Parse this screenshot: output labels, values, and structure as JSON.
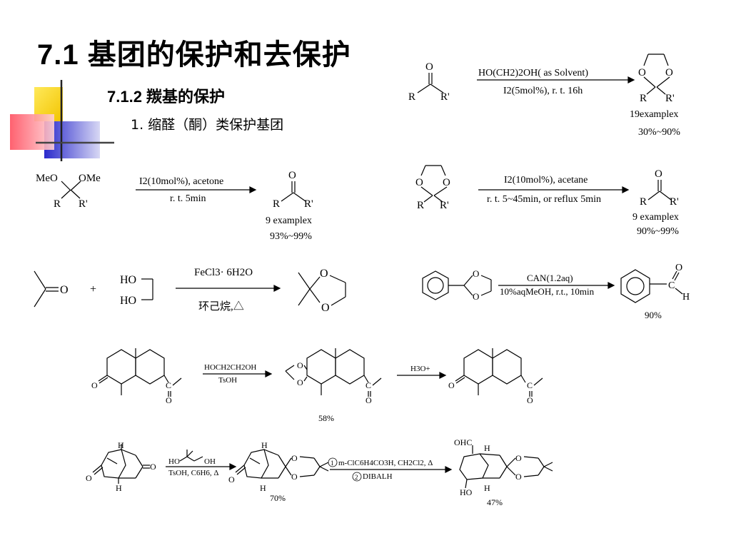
{
  "slide": {
    "title": "7.1  基团的保护和去保护",
    "subtitle": "7.1.2  羰基的保护",
    "section": "1. 缩醛（酮）类保护基团"
  },
  "reactions": {
    "r1": {
      "reagent_top": "HO(CH2)2OH( as Solvent)",
      "reagent_bottom": "I2(5mol%), r. t. 16h",
      "count": "19examplex",
      "yield": "30%~90%"
    },
    "r2": {
      "reagent_top": "I2(10mol%), acetone",
      "reagent_bottom": "r. t. 5min",
      "count": "9 examplex",
      "yield": "93%~99%"
    },
    "r3": {
      "reagent_top": "I2(10mol%), acetane",
      "reagent_bottom": "r. t. 5~45min, or reflux 5min",
      "count": "9 examplex",
      "yield": "90%~99%"
    },
    "r4": {
      "reagent_top": "FeCl3· 6H2O",
      "reagent_bottom": "环己烷,△",
      "plus": "+"
    },
    "r5": {
      "reagent_top": "CAN(1.2aq)",
      "reagent_bottom": "10%aqMeOH, r.t., 10min",
      "yield": "90%"
    },
    "r6": {
      "reagent_top": "HOCH2CH2OH",
      "reagent_bottom": "TsOH",
      "reagent2": "H3O+",
      "yield": "58%"
    },
    "r7": {
      "reagent_left": "HO",
      "reagent_right": "OH",
      "reagent_bottom": "TsOH, C6H6, Δ",
      "step1": "m-ClC6H4CO3H,  CH2Cl2, Δ",
      "step2": "DIBALH",
      "yield1": "70%",
      "yield2": "47%"
    }
  }
}
